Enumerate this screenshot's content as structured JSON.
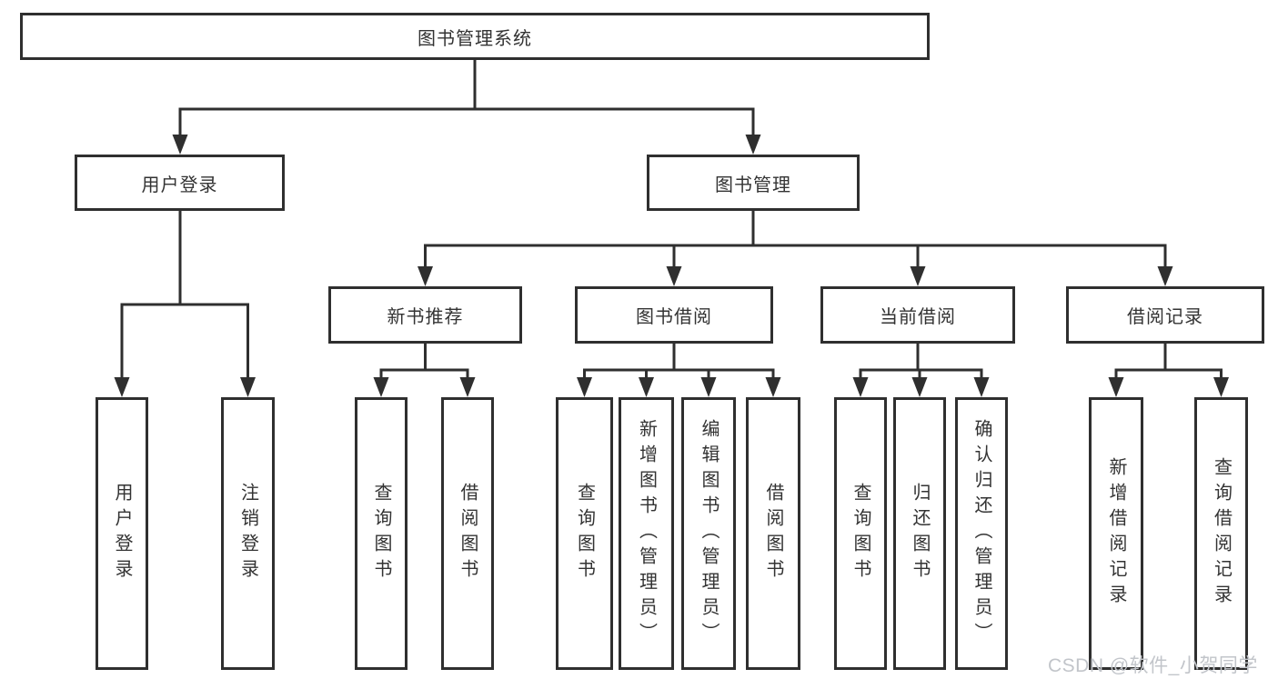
{
  "diagram": {
    "root": {
      "label": "图书管理系统"
    },
    "branches": [
      {
        "label": "用户登录",
        "children": [
          {
            "label": "用户登录"
          },
          {
            "label": "注销登录"
          }
        ]
      },
      {
        "label": "图书管理",
        "children": [
          {
            "label": "新书推荐",
            "children": [
              {
                "label": "查询图书"
              },
              {
                "label": "借阅图书"
              }
            ]
          },
          {
            "label": "图书借阅",
            "children": [
              {
                "label": "查询图书"
              },
              {
                "label": "新增图书（管理员）"
              },
              {
                "label": "编辑图书（管理员）"
              },
              {
                "label": "借阅图书"
              }
            ]
          },
          {
            "label": "当前借阅",
            "children": [
              {
                "label": "查询图书"
              },
              {
                "label": "归还图书"
              },
              {
                "label": "确认归还（管理员）"
              }
            ]
          },
          {
            "label": "借阅记录",
            "children": [
              {
                "label": "新增借阅记录"
              },
              {
                "label": "查询借阅记录"
              }
            ]
          }
        ]
      }
    ]
  },
  "watermark": {
    "text": "CSDN @软件_小贺同学"
  },
  "colors": {
    "line": "#2f2f2f",
    "box_border": "#2f2f2f",
    "box_fill": "#ffffff",
    "text": "#333333",
    "watermark": "#c2c5ca"
  }
}
